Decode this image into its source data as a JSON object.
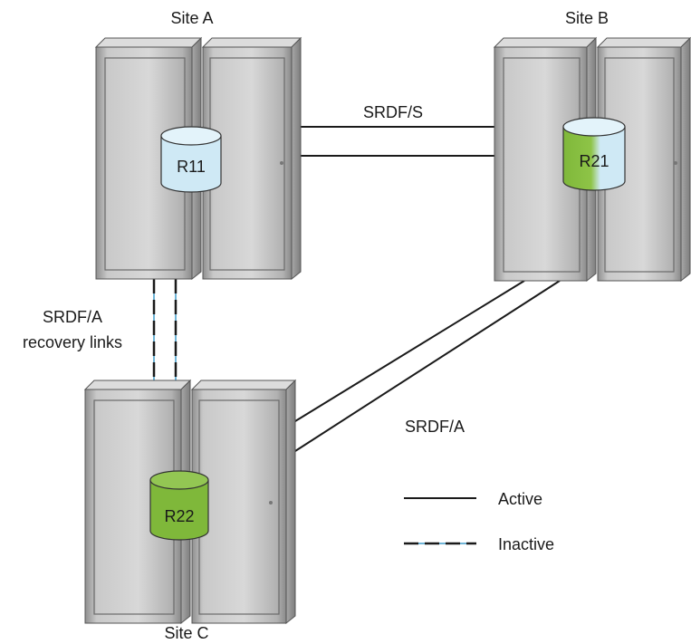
{
  "sites": {
    "a": {
      "label": "Site A",
      "device": "R11"
    },
    "b": {
      "label": "Site B",
      "device": "R21"
    },
    "c": {
      "label": "Site C",
      "device": "R22"
    }
  },
  "links": {
    "ab": "SRDF/S",
    "bc": "SRDF/A",
    "ac_line1": "SRDF/A",
    "ac_line2": "recovery links"
  },
  "legend": {
    "active": "Active",
    "inactive": "Inactive"
  },
  "colors": {
    "r11_fill": "#cfe9f5",
    "green_fill": "#7fb83a",
    "cabinet_face": "#c4c4c4",
    "cabinet_top": "#dcdcdc",
    "cabinet_side": "#9a9a9a",
    "dash_accent": "#6fb4d6"
  }
}
